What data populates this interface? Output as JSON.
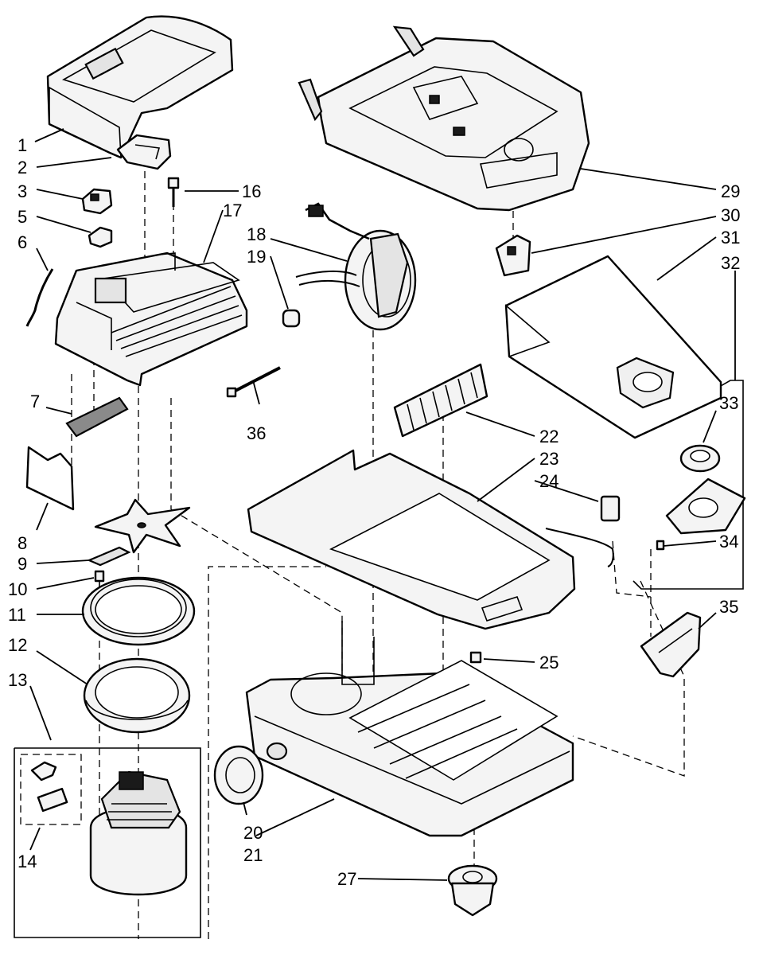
{
  "diagram": {
    "callouts": [
      {
        "id": "1",
        "label": "1"
      },
      {
        "id": "2",
        "label": "2"
      },
      {
        "id": "3",
        "label": "3"
      },
      {
        "id": "5",
        "label": "5"
      },
      {
        "id": "6",
        "label": "6"
      },
      {
        "id": "7",
        "label": "7"
      },
      {
        "id": "8",
        "label": "8"
      },
      {
        "id": "9",
        "label": "9"
      },
      {
        "id": "10",
        "label": "10"
      },
      {
        "id": "11",
        "label": "11"
      },
      {
        "id": "12",
        "label": "12"
      },
      {
        "id": "13",
        "label": "13"
      },
      {
        "id": "14",
        "label": "14"
      },
      {
        "id": "16",
        "label": "16"
      },
      {
        "id": "17",
        "label": "17"
      },
      {
        "id": "18",
        "label": "18"
      },
      {
        "id": "19",
        "label": "19"
      },
      {
        "id": "20",
        "label": "20"
      },
      {
        "id": "21",
        "label": "21"
      },
      {
        "id": "22",
        "label": "22"
      },
      {
        "id": "23",
        "label": "23"
      },
      {
        "id": "24",
        "label": "24"
      },
      {
        "id": "25",
        "label": "25"
      },
      {
        "id": "27",
        "label": "27"
      },
      {
        "id": "29",
        "label": "29"
      },
      {
        "id": "30",
        "label": "30"
      },
      {
        "id": "31",
        "label": "31"
      },
      {
        "id": "32",
        "label": "32"
      },
      {
        "id": "33",
        "label": "33"
      },
      {
        "id": "34",
        "label": "34"
      },
      {
        "id": "35",
        "label": "35"
      },
      {
        "id": "36",
        "label": "36"
      }
    ]
  }
}
